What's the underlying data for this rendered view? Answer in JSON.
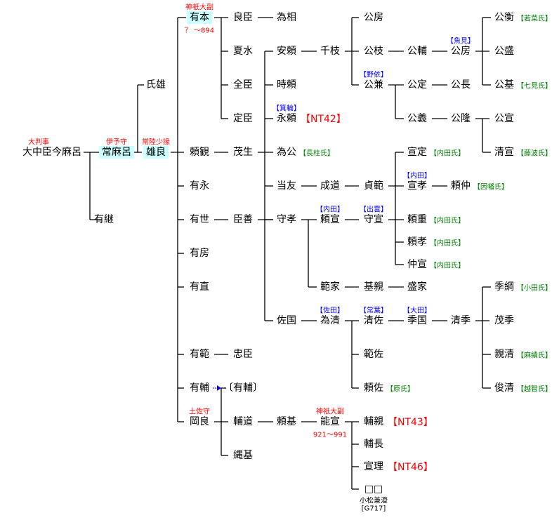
{
  "persons": [
    {
      "name": "大中臣今麻呂",
      "title": "大判事"
    },
    {
      "name": "常麻呂",
      "title": "伊予守"
    },
    {
      "name": "氏雄"
    },
    {
      "name": "雄良",
      "title": "常陸少掾"
    },
    {
      "name": "有継"
    },
    {
      "name": "有本",
      "title": "神祇大副",
      "years": "？ ～894"
    },
    {
      "name": "頼観"
    },
    {
      "name": "有永"
    },
    {
      "name": "有世"
    },
    {
      "name": "有房"
    },
    {
      "name": "有直"
    },
    {
      "name": "有範"
    },
    {
      "name": "有輔"
    },
    {
      "name": "岡良",
      "title": "土佐守"
    },
    {
      "name": "良臣"
    },
    {
      "name": "夏水"
    },
    {
      "name": "全臣"
    },
    {
      "name": "定臣"
    },
    {
      "name": "茂生"
    },
    {
      "name": "臣善"
    },
    {
      "name": "忠臣"
    },
    {
      "name": "〔有輔〕"
    },
    {
      "name": "輔道"
    },
    {
      "name": "縄基"
    },
    {
      "name": "為相"
    },
    {
      "name": "安頼"
    },
    {
      "name": "時頼"
    },
    {
      "name": "永頼",
      "family": "【箕輪】",
      "ref": "【NT42】"
    },
    {
      "name": "為公",
      "clan": "【長柱氏】"
    },
    {
      "name": "当友"
    },
    {
      "name": "守孝"
    },
    {
      "name": "佐国"
    },
    {
      "name": "頼基"
    },
    {
      "name": "千枝"
    },
    {
      "name": "成道"
    },
    {
      "name": "頼宣",
      "family": "【内田】"
    },
    {
      "name": "範家"
    },
    {
      "name": "為清",
      "family": "【佐田】"
    },
    {
      "name": "能宣",
      "title": "神祇大副",
      "years": "921～991"
    },
    {
      "name": "公房"
    },
    {
      "name": "公枝"
    },
    {
      "name": "公兼",
      "family": "【野依】"
    },
    {
      "name": "貞範"
    },
    {
      "name": "守宣",
      "family": "【出雲】"
    },
    {
      "name": "基親"
    },
    {
      "name": "清佐",
      "family": "【常葉】"
    },
    {
      "name": "範佐"
    },
    {
      "name": "頼佐",
      "clan": "【原氏】"
    },
    {
      "name": "輔親",
      "ref": "【NT43】"
    },
    {
      "name": "輔長"
    },
    {
      "name": "宣理",
      "ref": "【NT46】"
    },
    {
      "name": "□□",
      "sub1": "小松兼澄",
      "sub2": "[G717]"
    },
    {
      "name": "公輔"
    },
    {
      "name": "公定"
    },
    {
      "name": "公義"
    },
    {
      "name": "宣定",
      "clan": "【内田氏】"
    },
    {
      "name": "宣孝",
      "family": "【内田】"
    },
    {
      "name": "頼重",
      "clan": "【内田氏】"
    },
    {
      "name": "頼孝",
      "clan": "【内田氏】"
    },
    {
      "name": "仲宣",
      "clan": "【内田氏】"
    },
    {
      "name": "盛家"
    },
    {
      "name": "季国",
      "family": "【大田】"
    },
    {
      "name": "公房",
      "family": "【魚見】"
    },
    {
      "name": "公長"
    },
    {
      "name": "公隆"
    },
    {
      "name": "頼仲",
      "clan": "【因幡氏】"
    },
    {
      "name": "清季"
    },
    {
      "name": "公衡",
      "clan": "【若菜氏】"
    },
    {
      "name": "公盛"
    },
    {
      "name": "公基",
      "clan": "【七見氏】"
    },
    {
      "name": "公宣"
    },
    {
      "name": "清宣",
      "clan": "【藤波氏】"
    },
    {
      "name": "季綱",
      "clan": "【小田氏】"
    },
    {
      "name": "茂季"
    },
    {
      "name": "親清",
      "clan": "【麻績氏】"
    },
    {
      "name": "俊清",
      "clan": "【越智氏】"
    }
  ],
  "colors": {
    "title": "#ff0000",
    "family": "#0000ff",
    "clan": "#008000",
    "highlight": "#ccffff"
  }
}
